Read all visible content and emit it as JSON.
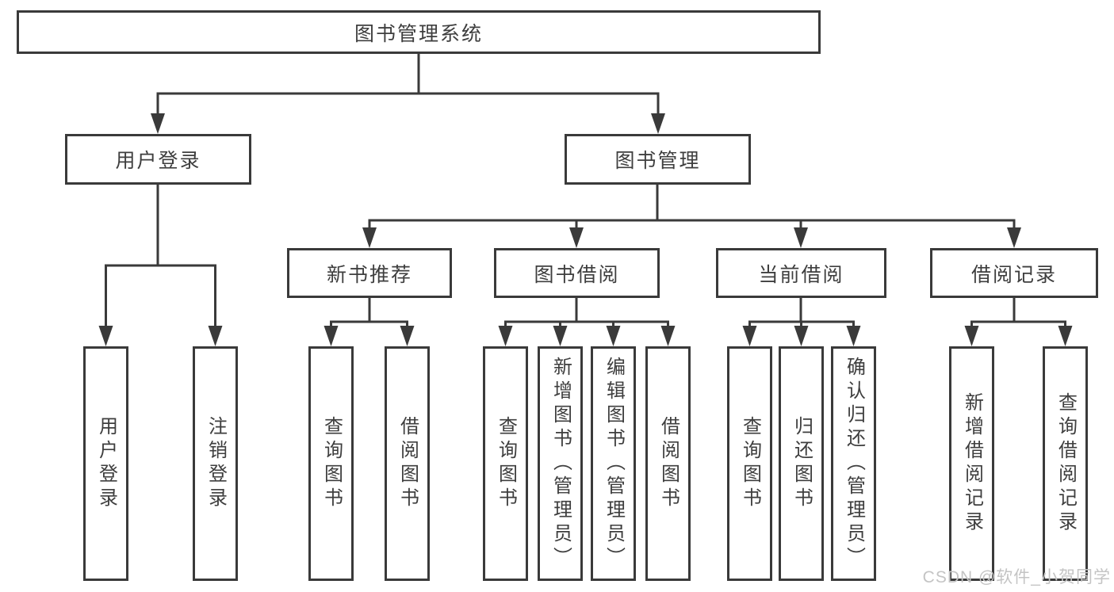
{
  "nodes": {
    "root": "图书管理系统",
    "level2": [
      "用户登录",
      "图书管理"
    ],
    "level3": [
      "新书推荐",
      "图书借阅",
      "当前借阅",
      "借阅记录"
    ],
    "leaves": [
      "用户登录",
      "注销登录",
      "查询图书",
      "借阅图书",
      "查询图书",
      "新增图书（管理员）",
      "编辑图书（管理员）",
      "借阅图书",
      "查询图书",
      "归还图书",
      "确认归还（管理员）",
      "新增借阅记录",
      "查询借阅记录"
    ]
  },
  "watermark": "CSDN @软件_小贺同学",
  "colors": {
    "line": "#3a3a3a",
    "text": "#3e3e3e",
    "watermark": "#c4c4c4",
    "background": "#ffffff"
  }
}
